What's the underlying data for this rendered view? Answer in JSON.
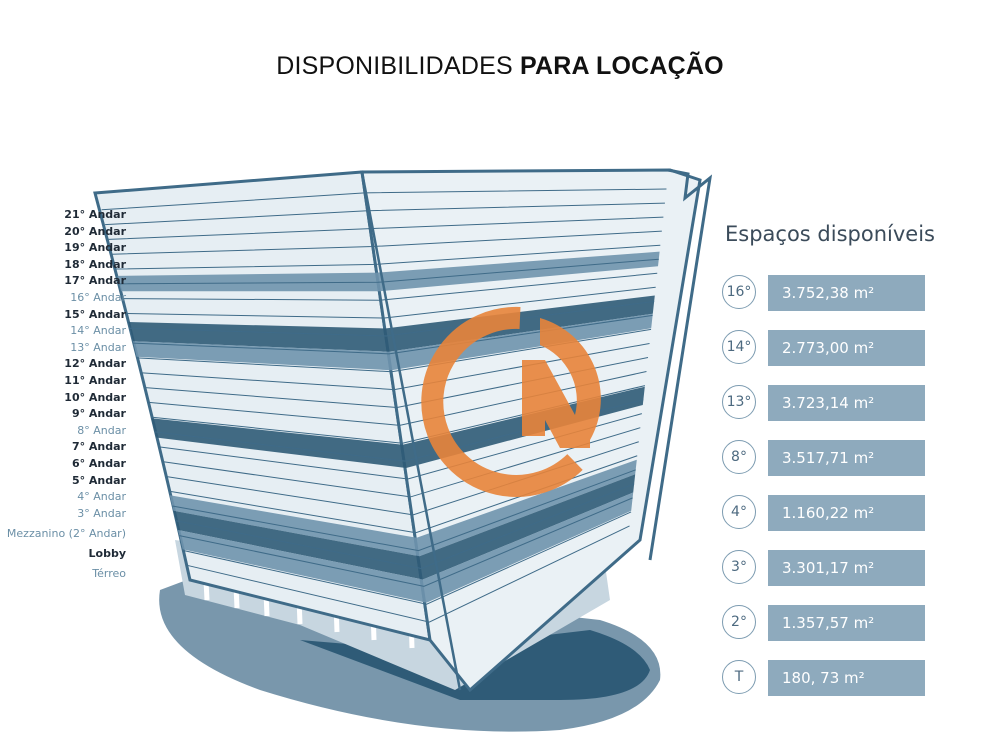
{
  "title": {
    "part_light": "DISPONIBILIDADES",
    "part_bold": "PARA LOCAÇÃO"
  },
  "floors": [
    {
      "label": "21° Andar",
      "available": false
    },
    {
      "label": "20° Andar",
      "available": false
    },
    {
      "label": "19° Andar",
      "available": false
    },
    {
      "label": "18° Andar",
      "available": false
    },
    {
      "label": "17° Andar",
      "available": false
    },
    {
      "label": "16° Andar",
      "available": true
    },
    {
      "label": "15° Andar",
      "available": false
    },
    {
      "label": "14° Andar",
      "available": true
    },
    {
      "label": "13° Andar",
      "available": true
    },
    {
      "label": "12° Andar",
      "available": false
    },
    {
      "label": "11° Andar",
      "available": false
    },
    {
      "label": "10° Andar",
      "available": false
    },
    {
      "label": "9° Andar",
      "available": false
    },
    {
      "label": "8° Andar",
      "available": true
    },
    {
      "label": "7° Andar",
      "available": false
    },
    {
      "label": "6° Andar",
      "available": false
    },
    {
      "label": "5° Andar",
      "available": false
    },
    {
      "label": "4° Andar",
      "available": true
    },
    {
      "label": "3° Andar",
      "available": true
    },
    {
      "label": "Mezzanino (2° Andar)",
      "available": true
    },
    {
      "label": "Lobby",
      "available": false
    },
    {
      "label": "Térreo",
      "available": true
    }
  ],
  "spaces": {
    "heading": "Espaços disponíveis",
    "items": [
      {
        "floor": "16°",
        "area": "3.752,38 m²"
      },
      {
        "floor": "14°",
        "area": "2.773,00 m²"
      },
      {
        "floor": "13°",
        "area": "3.723,14 m²"
      },
      {
        "floor": "8°",
        "area": "3.517,71 m²"
      },
      {
        "floor": "4°",
        "area": "1.160,22 m²"
      },
      {
        "floor": "3°",
        "area": "3.301,17 m²"
      },
      {
        "floor": "2°",
        "area": "1.357,57 m²"
      },
      {
        "floor": "T",
        "area": "180, 73 m²"
      }
    ]
  },
  "colors": {
    "building_light": "#e3ecf2",
    "building_line": "#3f6b88",
    "available_band": "#6f94ad",
    "available_dark": "#2f5b77",
    "watermark": "#e8843a",
    "value_bar": "#8eaabd"
  },
  "watermark_icon": "cn-logo-watermark"
}
